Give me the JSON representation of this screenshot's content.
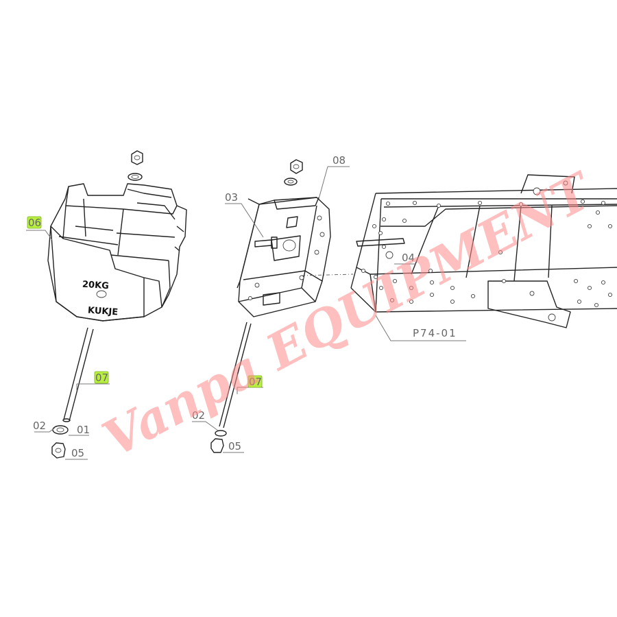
{
  "diagram": {
    "weight_text": "20KG",
    "brand_text": "KUKJE",
    "frame_ref_label": "P74-01",
    "part_callouts": [
      {
        "id": "c06",
        "text": "06",
        "highlighted": true
      },
      {
        "id": "c07a",
        "text": "07",
        "highlighted": true
      },
      {
        "id": "c07b",
        "text": "07",
        "highlighted": true
      },
      {
        "id": "c01",
        "text": "01",
        "highlighted": false
      },
      {
        "id": "c02a",
        "text": "02",
        "highlighted": false
      },
      {
        "id": "c02b",
        "text": "02",
        "highlighted": false
      },
      {
        "id": "c05a",
        "text": "05",
        "highlighted": false
      },
      {
        "id": "c05b",
        "text": "05",
        "highlighted": false
      },
      {
        "id": "c08",
        "text": "08",
        "highlighted": false
      },
      {
        "id": "c03",
        "text": "03",
        "highlighted": false
      },
      {
        "id": "c04",
        "text": "04",
        "highlighted": false
      }
    ],
    "highlight_color": "#b9f040"
  },
  "watermark": {
    "text": "Vanpa EQUIPMENT",
    "color": "#ff8c8c"
  }
}
